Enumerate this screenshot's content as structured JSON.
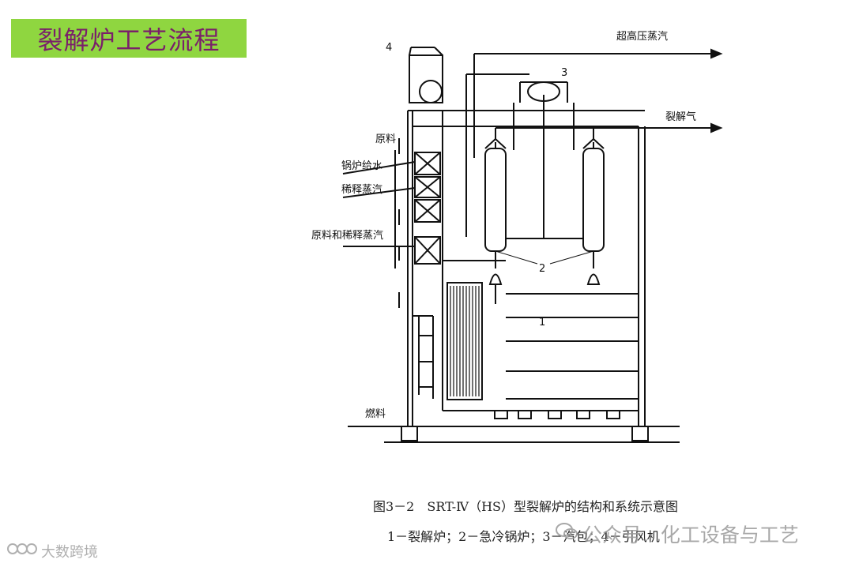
{
  "slide": {
    "title": "裂解炉工艺流程"
  },
  "diagram": {
    "labels": {
      "ultra_high_pressure_steam": "超高压蒸汽",
      "cracked_gas": "裂解气",
      "feedstock": "原料",
      "boiler_feed_water": "锅炉给水",
      "dilution_steam": "稀释蒸汽",
      "feed_and_dilution_steam": "原料和稀释蒸汽",
      "fuel": "燃料"
    },
    "numbers": {
      "n1": "1",
      "n2": "2",
      "n3": "3",
      "n4": "4"
    }
  },
  "caption": {
    "line1": "图3－2　SRT-Ⅳ（HS）型裂解炉的结构和系统示意图",
    "line2": "1－裂解炉；2－急冷锅炉；3－汽包；4－引风机"
  },
  "watermarks": {
    "right": "公众号 · 化工设备与工艺",
    "left": "大数跨境"
  }
}
